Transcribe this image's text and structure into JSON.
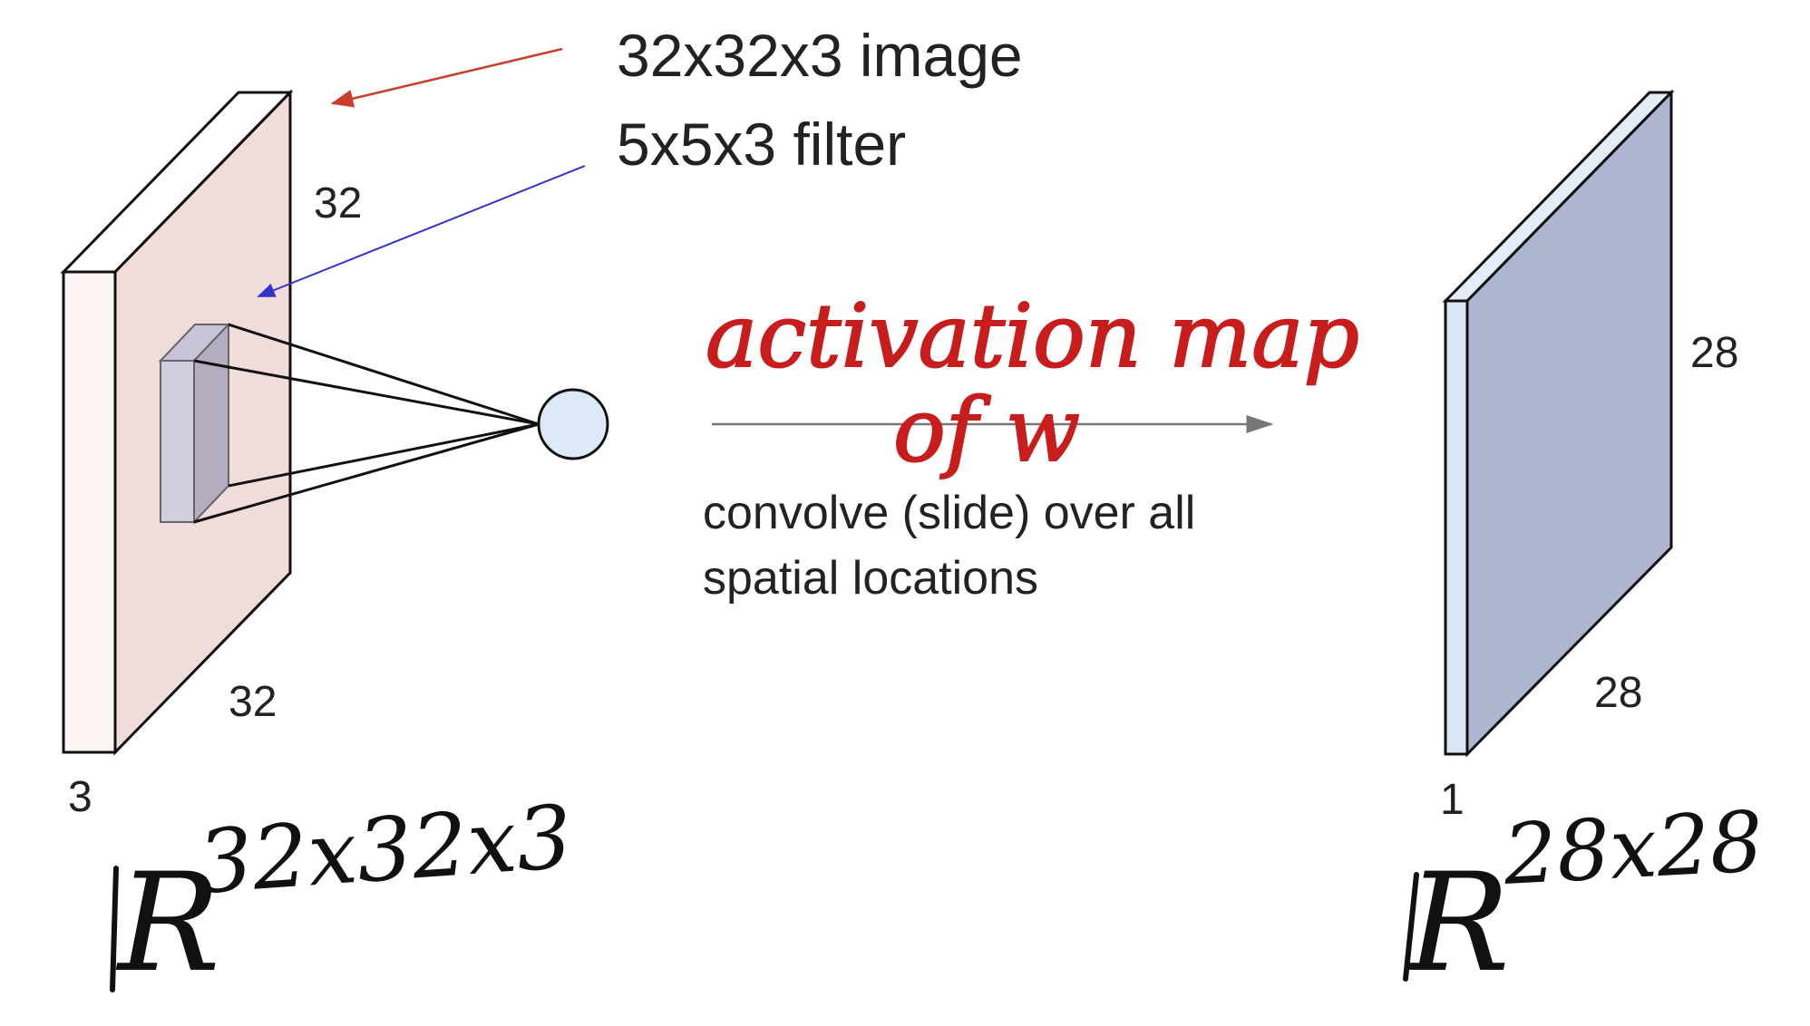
{
  "annotations": {
    "image_label": "32x32x3 image",
    "filter_label": "5x5x3 filter",
    "operation_line1": "convolve (slide) over all",
    "operation_line2": "spatial locations"
  },
  "input_volume": {
    "height_label": "32",
    "width_label": "32",
    "depth_label": "3",
    "space_symbol": "R",
    "space_exponent": "32x32x3"
  },
  "output_map": {
    "height_label": "28",
    "width_label": "28",
    "depth_label": "1",
    "space_symbol": "R",
    "space_exponent": "28x28"
  },
  "handwritten": {
    "line1": "activation map",
    "line2": "of w"
  },
  "colors": {
    "image_annotation": "#c8402c",
    "filter_annotation": "#3333cc",
    "handwriting": "#c81d1d",
    "input_face": "#efdcdb",
    "input_side": "#fdf6f4",
    "filter_face": "#d3cde0",
    "filter_side": "#b3adbf",
    "neuron_fill": "#dde9f7",
    "output_face": "#adb5d0",
    "output_side": "#dce7f5",
    "ink": "#111111"
  }
}
